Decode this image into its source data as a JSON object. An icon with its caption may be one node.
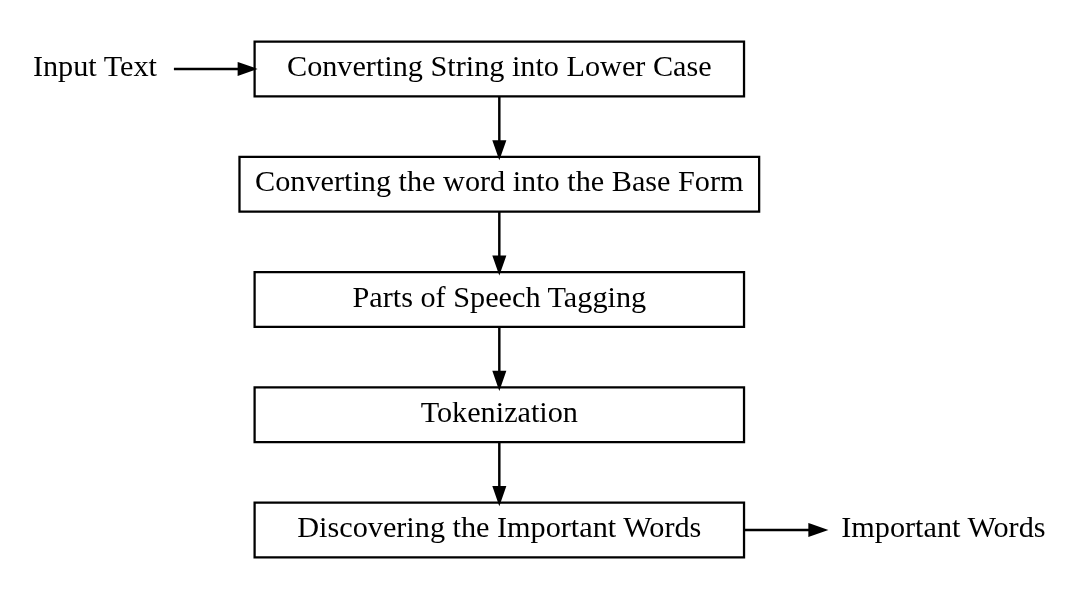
{
  "diagram": {
    "nodes": [
      {
        "text": [
          "Input Text"
        ]
      },
      {
        "text": [
          "Converting String into Lower Case"
        ]
      },
      {
        "text": [
          "Converting the word into the Base Form"
        ]
      },
      {
        "text": [
          "Parts of Speech Tagging"
        ]
      },
      {
        "text": [
          "Tokenization"
        ]
      },
      {
        "text": [
          "Discovering the Important Words"
        ]
      },
      {
        "text": [
          "Important Words"
        ]
      }
    ],
    "edges": [
      {
        "from": 0,
        "to": 1,
        "arrow": "to"
      },
      {
        "from": 1,
        "to": 2,
        "arrow": "to"
      },
      {
        "from": 2,
        "to": 3,
        "arrow": "to"
      },
      {
        "from": 3,
        "to": 4,
        "arrow": "to"
      },
      {
        "from": 4,
        "to": 5,
        "arrow": "to"
      },
      {
        "from": 5,
        "to": 6,
        "arrow": "to"
      }
    ]
  }
}
